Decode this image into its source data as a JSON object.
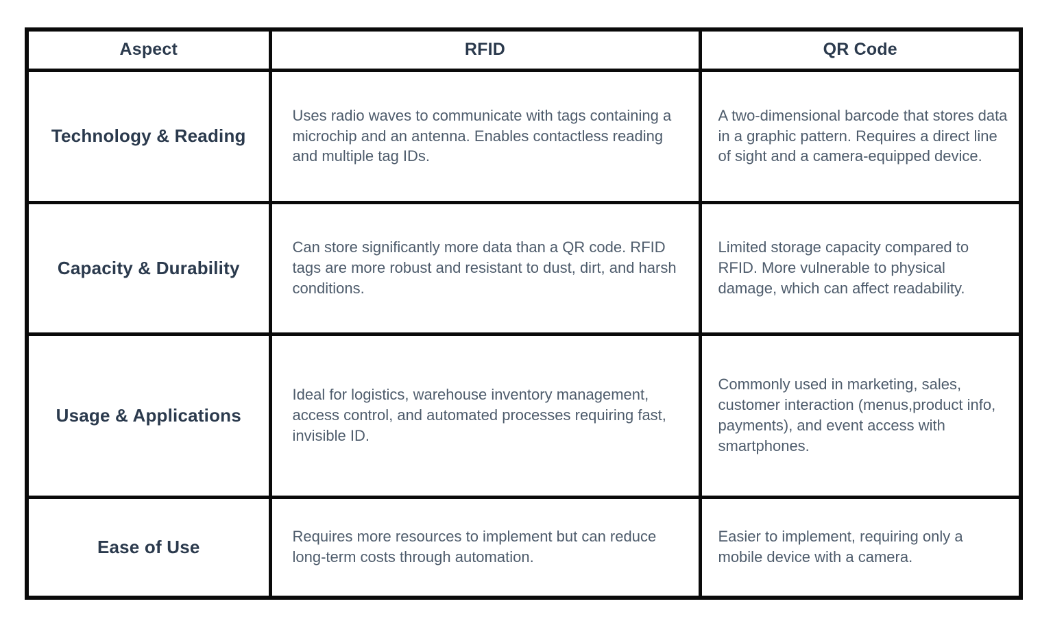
{
  "table": {
    "columns": [
      "Aspect",
      "RFID",
      "QR Code"
    ],
    "rows": [
      {
        "aspect": "Technology & Reading",
        "rfid": "Uses radio waves to communicate with tags containing a microchip and an antenna. Enables contactless reading and multiple tag IDs.",
        "qr": "A two-dimensional barcode that stores data in a graphic pattern. Requires a direct line of sight and a camera-equipped device."
      },
      {
        "aspect": "Capacity & Durability",
        "rfid": "Can store significantly more data than a QR code. RFID tags are more robust and resistant to dust, dirt, and harsh conditions.",
        "qr": "Limited storage capacity compared to RFID. More vulnerable to physical damage, which can affect readability."
      },
      {
        "aspect": "Usage & Applications",
        "rfid": "Ideal for logistics, warehouse inventory management, access control, and automated processes requiring fast, invisible ID.",
        "qr": "Commonly used in marketing, sales, customer interaction (menus,product info, payments), and event access with smartphones."
      },
      {
        "aspect": "Ease of Use",
        "rfid": "Requires more resources to implement but can reduce long-term costs through automation.",
        "qr": "Easier to implement, requiring only a mobile device with a camera."
      }
    ]
  },
  "colors": {
    "background": "#ffffff",
    "border": "#0a0a0a",
    "header_text": "#2b3a4d",
    "body_text": "#4d5b6b"
  }
}
